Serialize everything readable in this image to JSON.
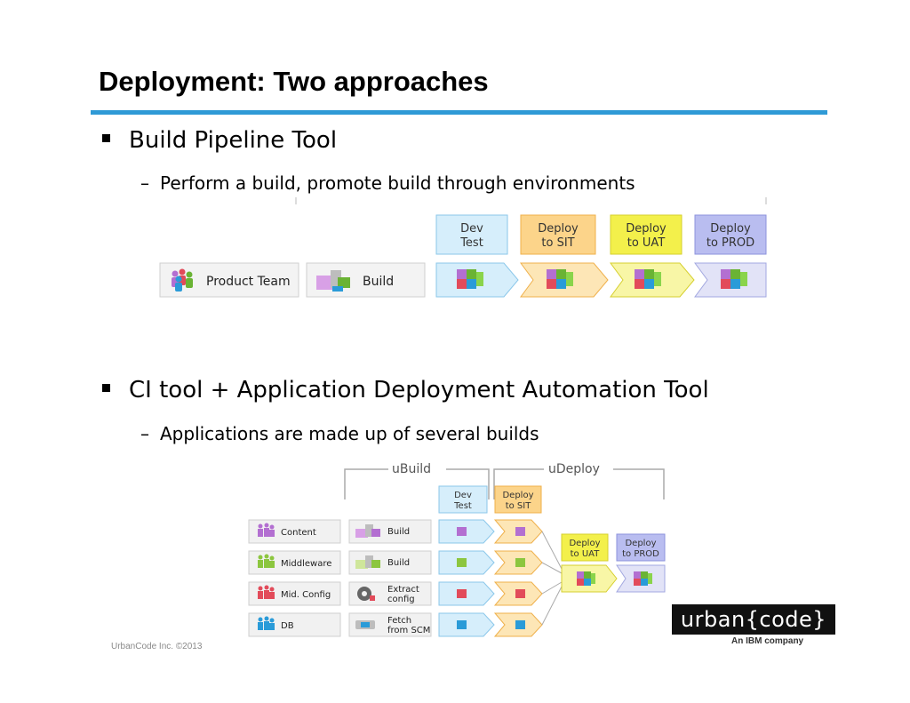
{
  "slide": {
    "title": "Deployment: Two approaches",
    "footer": "UrbanCode Inc. ©2013"
  },
  "bullets": [
    {
      "text": "Build Pipeline Tool",
      "sub": "Perform a build, promote build through environments"
    },
    {
      "text": "CI tool + Application Deployment Automation Tool",
      "sub": "Applications are made up of several builds"
    }
  ],
  "pipeline1": {
    "boxes": [
      "Product Team",
      "Build"
    ],
    "stages": [
      {
        "line1": "Dev",
        "line2": "Test",
        "color": "#d6eefb"
      },
      {
        "line1": "Deploy",
        "line2": "to SIT",
        "color": "#fcd48a"
      },
      {
        "line1": "Deploy",
        "line2": "to UAT",
        "color": "#f3f04b"
      },
      {
        "line1": "Deploy",
        "line2": "to PROD",
        "color": "#b9bdf0"
      }
    ]
  },
  "pipeline2": {
    "ubuild_label": "uBuild",
    "udeploy_label": "uDeploy",
    "teams": [
      "Content",
      "Middleware",
      "Mid. Config",
      "DB"
    ],
    "steps": [
      {
        "line1": "Build",
        "line2": ""
      },
      {
        "line1": "Build",
        "line2": ""
      },
      {
        "line1": "Extract",
        "line2": "config"
      },
      {
        "line1": "Fetch",
        "line2": "from SCM"
      }
    ],
    "stages": [
      {
        "line1": "Dev",
        "line2": "Test",
        "color": "#d6eefb"
      },
      {
        "line1": "Deploy",
        "line2": "to SIT",
        "color": "#fcd48a"
      },
      {
        "line1": "Deploy",
        "line2": "to UAT",
        "color": "#f3f04b"
      },
      {
        "line1": "Deploy",
        "line2": "to PROD",
        "color": "#b9bdf0"
      }
    ]
  },
  "logo": {
    "text": "urban{code}",
    "subtext": "An IBM company"
  }
}
